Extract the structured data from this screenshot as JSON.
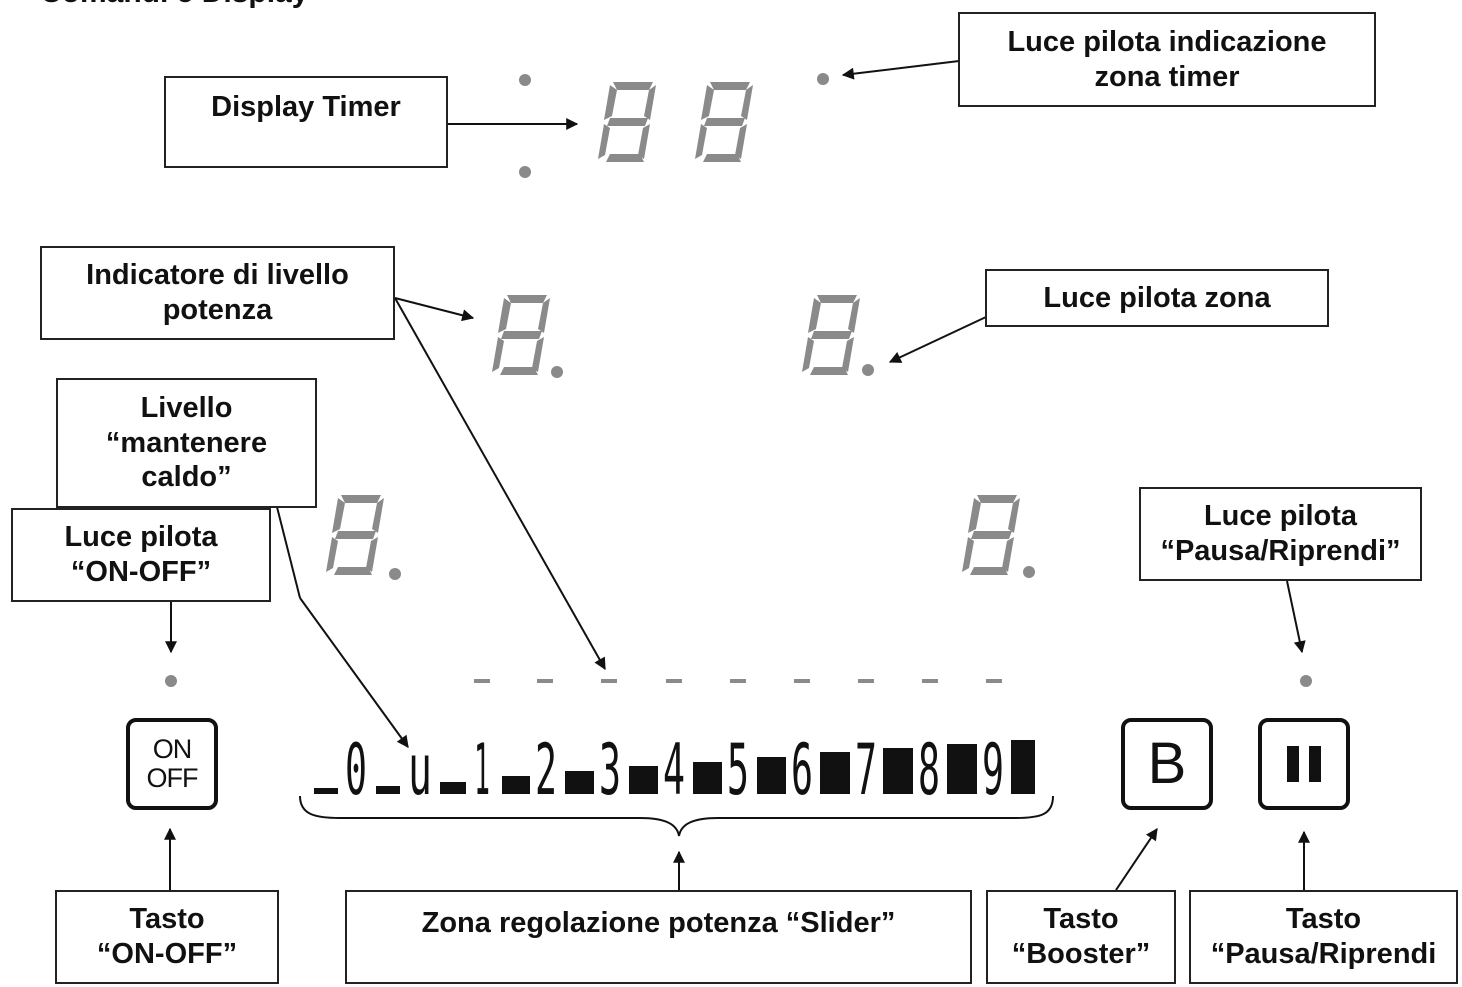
{
  "title": "Comandi e Display",
  "callouts": {
    "display_timer": [
      "Display Timer"
    ],
    "timer_zone_light": [
      "Luce pilota indicazione",
      "zona timer"
    ],
    "power_level_indicator": [
      "Indicatore di livello",
      "potenza"
    ],
    "zone_light": [
      "Luce pilota zona"
    ],
    "keep_warm_level": [
      "Livello",
      "“mantenere",
      "caldo”"
    ],
    "on_off_light": [
      "Luce pilota",
      "“ON-OFF”"
    ],
    "pause_light": [
      "Luce pilota",
      "“Pausa/Riprendi”"
    ],
    "on_off_key": [
      "Tasto",
      "“ON-OFF”"
    ],
    "slider_zone": [
      "Zona regolazione potenza “Slider”"
    ],
    "booster_key": [
      "Tasto",
      "“Booster”"
    ],
    "pause_key": [
      "Tasto",
      "“Pausa/Riprendi"
    ]
  },
  "keys": {
    "on_off": [
      "ON",
      "OFF"
    ],
    "booster": "B"
  },
  "slider_levels": [
    "0",
    "u",
    "1",
    "2",
    "3",
    "4",
    "5",
    "6",
    "7",
    "8",
    "9"
  ],
  "colors": {
    "lines": "#111111",
    "segments": "#8a8a8a"
  }
}
